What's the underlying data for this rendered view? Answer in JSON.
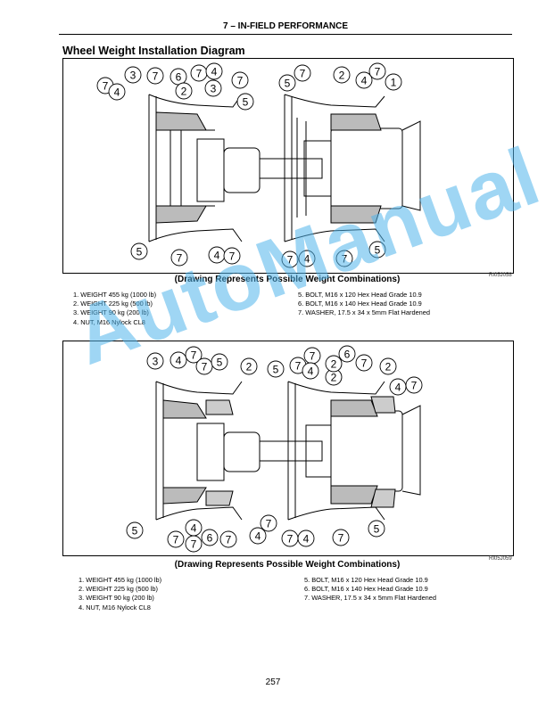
{
  "header": {
    "section": "7 – IN-FIELD PERFORMANCE"
  },
  "title": "Wheel Weight Installation Diagram",
  "figures": [
    {
      "caption": "(Drawing Represents Possible Weight Combinations)",
      "code": "RI05J058",
      "callouts": [
        "7",
        "4",
        "3",
        "7",
        "6",
        "2",
        "7",
        "4",
        "3",
        "7",
        "5",
        "5",
        "7",
        "2",
        "4",
        "7",
        "1",
        "5",
        "7",
        "4",
        "7",
        "7",
        "4",
        "7",
        "5"
      ],
      "legend_left": [
        "1. WEIGHT 455 kg (1000 lb)",
        "2. WEIGHT 225 kg (500 lb)",
        "3. WEIGHT 90 kg (200 lb)",
        "4. NUT, M16 Nylock CL8"
      ],
      "legend_right": [
        "5. BOLT, M16 x 120 Hex Head Grade 10.9",
        "6. BOLT, M16 x 140 Hex Head Grade 10.9",
        "7. WASHER, 17.5 x 34 x 5mm Flat Hardened"
      ]
    },
    {
      "caption": "(Drawing Represents Possible Weight Combinations)",
      "code": "RI05J059",
      "callouts": [
        "3",
        "4",
        "7",
        "7",
        "5",
        "2",
        "5",
        "7",
        "7",
        "4",
        "2",
        "2",
        "6",
        "7",
        "2",
        "4",
        "7",
        "5",
        "7",
        "4",
        "7",
        "6",
        "7",
        "4",
        "7",
        "7",
        "4",
        "7",
        "5"
      ],
      "legend_left": [
        "1. WEIGHT 455 kg (1000 lb)",
        "2. WEIGHT 225 kg (500 lb)",
        "3. WEIGHT 90 kg (200 lb)",
        "4. NUT, M16 Nylock CL8"
      ],
      "legend_right": [
        "5. BOLT, M16 x 120 Hex Head Grade 10.9",
        "6. BOLT, M16 x 140 Hex Head Grade 10.9",
        "7. WASHER, 17.5 x 34 x 5mm Flat Hardened"
      ]
    }
  ],
  "page_number": "257",
  "watermark": "AutoManual"
}
